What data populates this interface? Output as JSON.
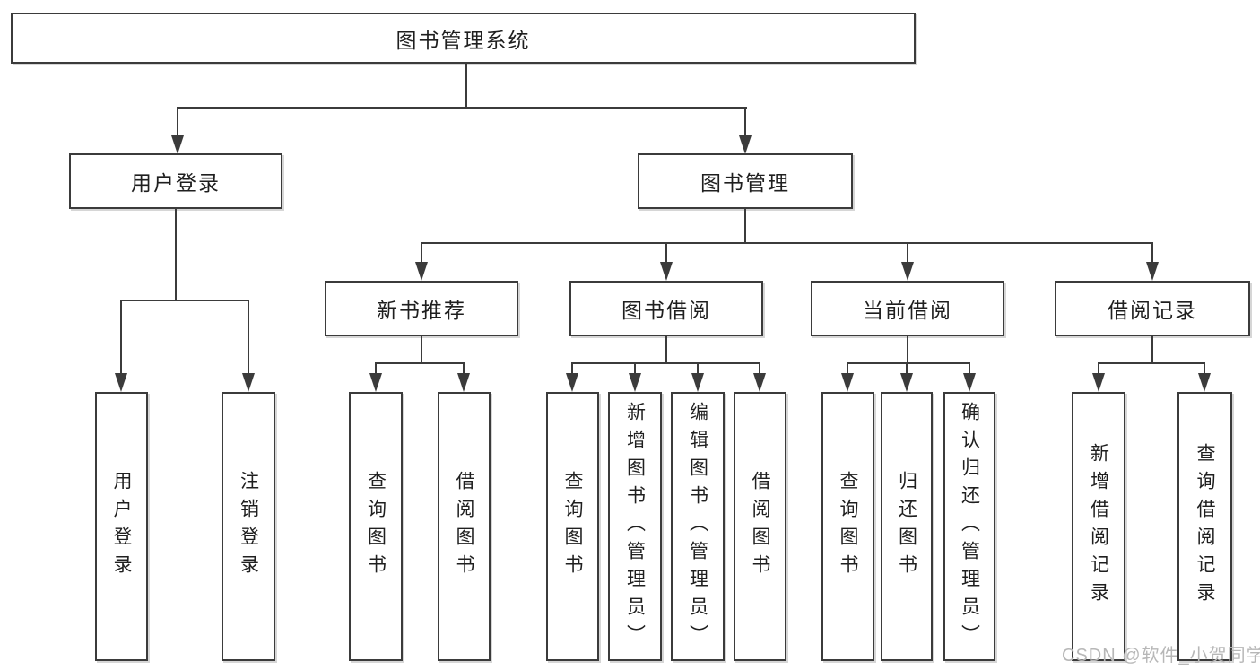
{
  "tree": {
    "root": {
      "label": "图书管理系统"
    },
    "branches": {
      "user_login": {
        "label": "用户登录",
        "children": {
          "login": {
            "label": "用户登录"
          },
          "logout": {
            "label": "注销登录"
          }
        }
      },
      "book_mgmt": {
        "label": "图书管理",
        "sections": {
          "new_book_rec": {
            "label": "新书推荐",
            "children": {
              "query": {
                "label": "查询图书"
              },
              "borrow": {
                "label": "借阅图书"
              }
            }
          },
          "book_borrow": {
            "label": "图书借阅",
            "children": {
              "query": {
                "label": "查询图书"
              },
              "add": {
                "label": "新增图书（管理员）"
              },
              "edit": {
                "label": "编辑图书（管理员）"
              },
              "borrow": {
                "label": "借阅图书"
              }
            }
          },
          "current_borrow": {
            "label": "当前借阅",
            "children": {
              "query": {
                "label": "查询图书"
              },
              "return": {
                "label": "归还图书"
              },
              "confirm": {
                "label": "确认归还（管理员）"
              }
            }
          },
          "borrow_records": {
            "label": "借阅记录",
            "children": {
              "add": {
                "label": "新增借阅记录"
              },
              "query": {
                "label": "查询借阅记录"
              }
            }
          }
        }
      }
    }
  },
  "watermark": {
    "text": "CSDN @软件_小贺同学"
  },
  "colors": {
    "line": "#3b3b3b",
    "border": "#3b3b3b",
    "text": "#1f1f1f",
    "watermark": "#b7b7b7",
    "background": "#ffffff"
  }
}
